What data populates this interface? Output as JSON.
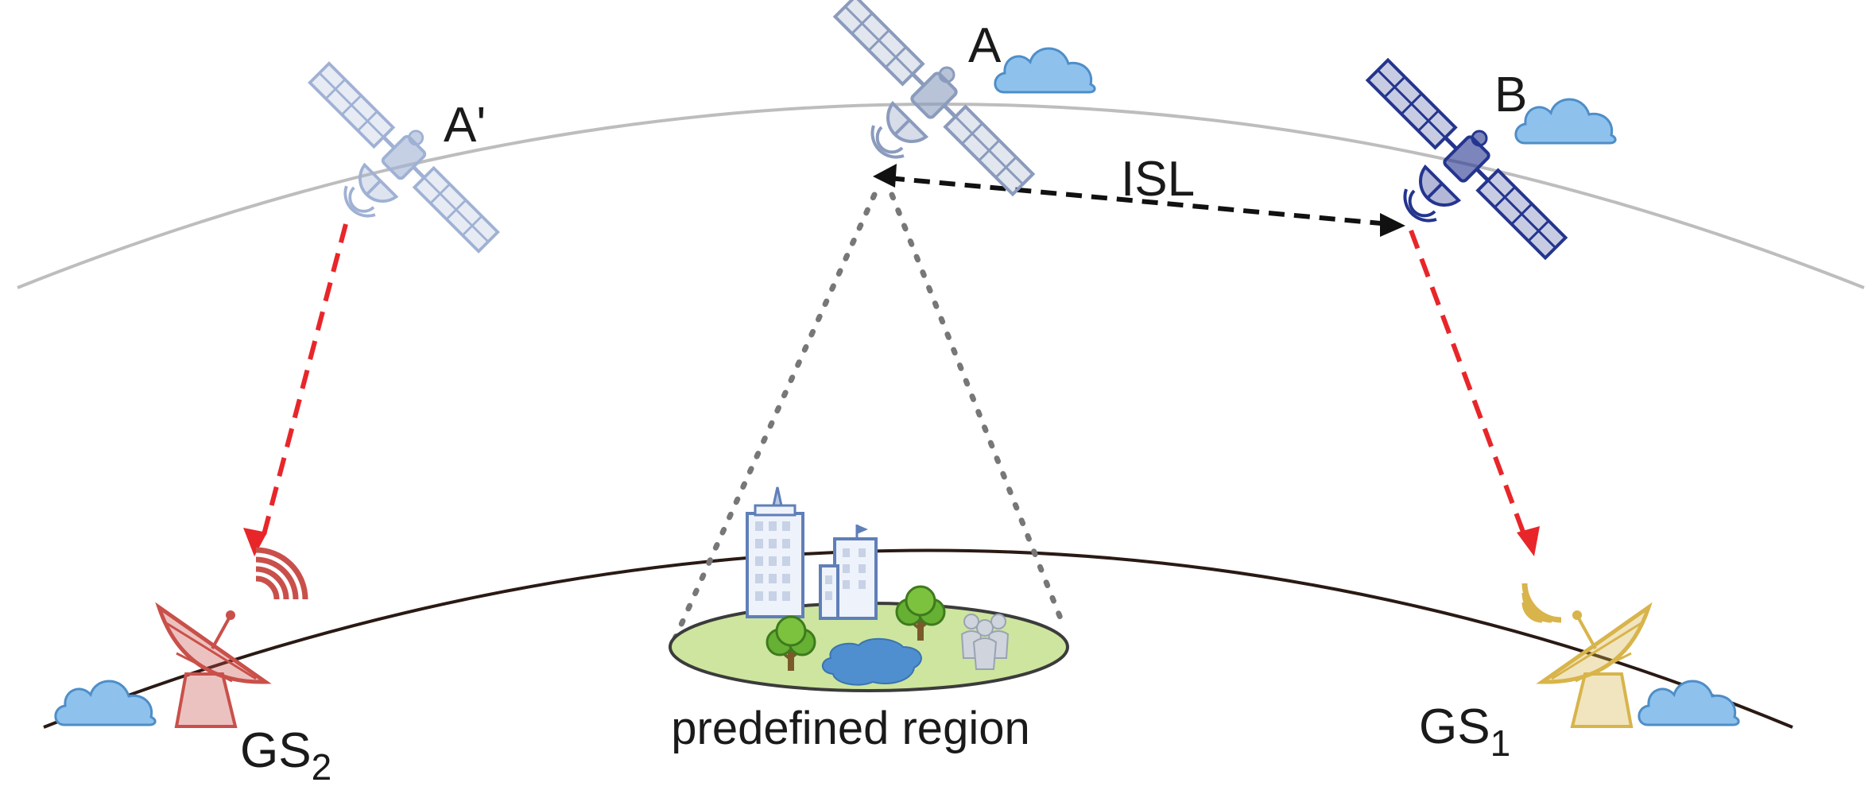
{
  "labels": {
    "sat_a": "A",
    "sat_a_prime": "A'",
    "sat_b": "B",
    "isl": "ISL",
    "gs2_main": "GS",
    "gs2_sub": "2",
    "gs1_main": "GS",
    "gs1_sub": "1",
    "region": "predefined region"
  },
  "colors": {
    "orbit": "#bdbdbd",
    "earth": "#2a1a14",
    "downlink": "#e8262a",
    "isl_link": "#111111",
    "coverage": "#777777",
    "sat_faded": "#9fb1d4",
    "sat_a": "#8a9bbd",
    "sat_b": "#24358f",
    "gs2": "#c9504a",
    "gs1": "#d8b44a",
    "cloud": "#8ec2ec",
    "region_fill": "#cde59e"
  },
  "icons": {
    "satellite": "satellite-icon",
    "ground_station": "ground-station-icon",
    "cloud": "cloud-icon",
    "buildings": "buildings-icon",
    "tree": "tree-icon",
    "people": "people-icon",
    "lake": "lake-icon"
  }
}
